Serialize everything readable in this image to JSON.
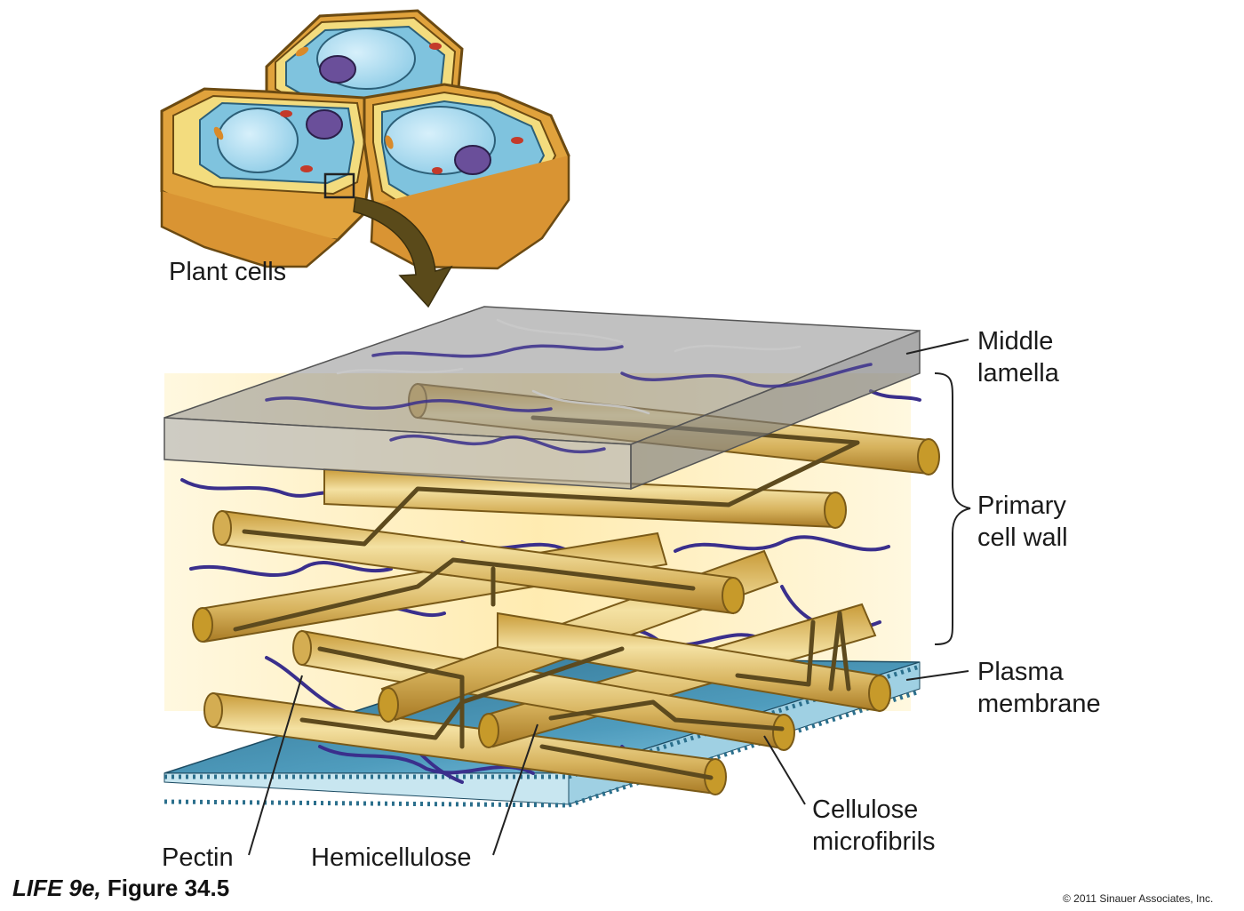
{
  "labels": {
    "plant_cells": "Plant cells",
    "middle_lamella": "Middle\nlamella",
    "primary_cell_wall": "Primary\ncell wall",
    "plasma_membrane": "Plasma\nmembrane",
    "cellulose_microfibrils": "Cellulose\nmicrofibrils",
    "pectin": "Pectin",
    "hemicellulose": "Hemicellulose"
  },
  "credit": {
    "book": "LIFE 9e,",
    "figure": " Figure 34.5",
    "copyright": "© 2011 Sinauer Associates, Inc."
  },
  "colors": {
    "cell_wall_outer": "#e0a23c",
    "cell_wall_inner": "#f3dc7e",
    "cytoplasm": "#7fc3de",
    "vacuole": "#b9e2f4",
    "nucleus": "#6a4f9a",
    "chloroplast": "#d98a2a",
    "microfibril": "#d6b560",
    "hemicellulose": "#5d4a1e",
    "pectin": "#3a2f8c",
    "membrane": "#3f86a6",
    "lamella": "#9a9a9a",
    "glow": "#fff2c4"
  }
}
